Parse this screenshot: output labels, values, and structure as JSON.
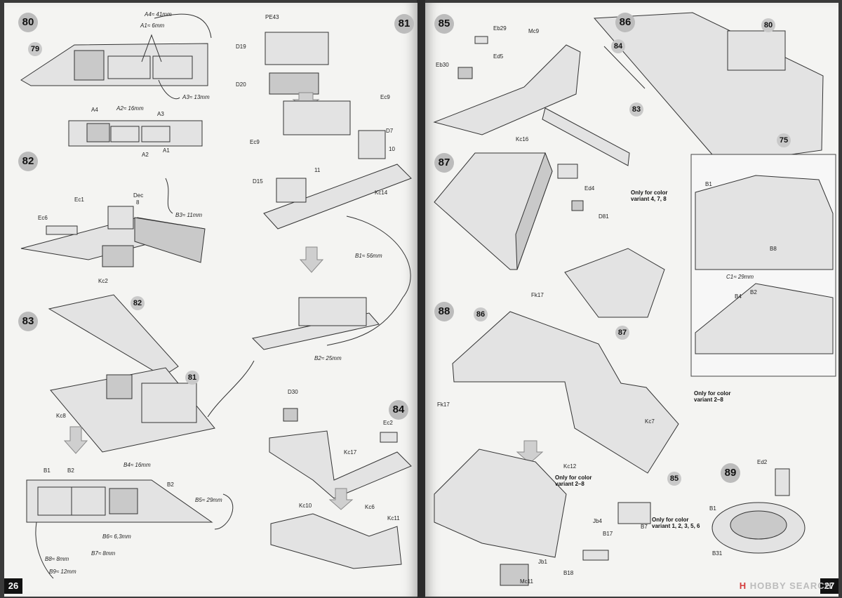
{
  "pages": {
    "left_number": "26",
    "right_number": "27"
  },
  "steps": {
    "s80": "80",
    "s81": "81",
    "s82": "82",
    "s83": "83",
    "s84": "84",
    "s85": "85",
    "s86": "86",
    "s87": "87",
    "s88": "88",
    "s89": "89"
  },
  "subassembly_refs": {
    "r79": "79",
    "r82": "82",
    "r81": "81",
    "r80": "80",
    "r84": "84",
    "r83": "83",
    "r75": "75",
    "r86": "86",
    "r87": "87",
    "r85": "85"
  },
  "labels": {
    "A4": "A4",
    "A2": "A2",
    "A3": "A3",
    "A1": "A1",
    "Ec1": "Ec1",
    "Ec6": "Ec6",
    "Kc2": "Kc2",
    "B3": "B3",
    "Kc8": "Kc8",
    "B1": "B1",
    "B2": "B2",
    "B2b": "B2",
    "B5": "B5",
    "B6": "B6",
    "B7": "B7",
    "B8": "B8",
    "B9": "B9",
    "B4": "B4",
    "PE43": "PE43",
    "D19": "D19",
    "D20": "D20",
    "Ec9a": "Ec9",
    "Ec9b": "Ec9",
    "D7": "D7",
    "D15": "D15",
    "Kc14": "Kc14",
    "B1b": "B1",
    "B2c": "B2",
    "D30": "D30",
    "Ec2": "Ec2",
    "Kc17": "Kc17",
    "Kc10": "Kc10",
    "Kc6": "Kc6",
    "Kc11": "Kc11",
    "Eb29": "Eb29",
    "Mc9": "Mc9",
    "Eb30": "Eb30",
    "Ed5": "Ed5",
    "Kc16": "Kc16",
    "Ed4": "Ed4",
    "D81": "D81",
    "Fk17a": "Fk17",
    "Fk17b": "Fk17",
    "Kc7": "Kc7",
    "Kc12": "Kc12",
    "Jb4": "Jb4",
    "B17": "B17",
    "B18": "B18",
    "Jb1": "Jb1",
    "Mc11": "Mc11",
    "B7r": "B7",
    "B1r": "B1",
    "B8r": "B8",
    "C1": "C1",
    "B4r": "B4",
    "B2r": "B2",
    "Ed2": "Ed2",
    "B31": "B31",
    "B1s": "B1",
    "Dec": "Dec",
    "Dec8": "8",
    "Dec10": "10",
    "Dec11": "11"
  },
  "dimensions": {
    "A4": "A4≈ 41mm",
    "A1": "A1≈ 6mm",
    "A3": "A3≈ 13mm",
    "A2": "A2≈ 16mm",
    "B3": "B3≈ 11mm",
    "B4": "B4≈ 16mm",
    "B5": "B5≈ 29mm",
    "B6": "B6≈ 6,3mm",
    "B7": "B7≈ 8mm",
    "B8": "B8≈ 8mm",
    "B9": "B9≈ 12mm",
    "B1": "B1≈ 56mm",
    "B2": "B2≈ 25mm",
    "C1": "C1≈ 29mm"
  },
  "notes": {
    "color_478": "Only for color variant 4, 7, 8",
    "color_28a": "Only for color variant 2–8",
    "color_28b": "Only for color variant 2–8",
    "color_12356": "Only for color variant 1, 2, 3, 5, 6"
  },
  "watermark": {
    "brand": "HOBBY SEARCH",
    "mark": "H"
  }
}
